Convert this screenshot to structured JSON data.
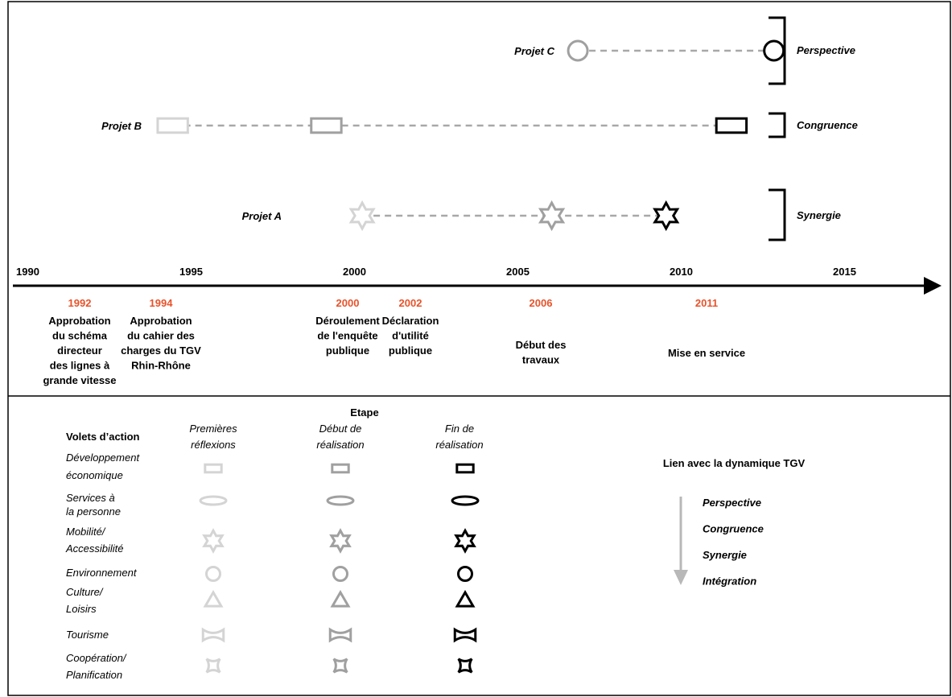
{
  "colors": {
    "light": "#d4d4d4",
    "medium": "#a0a0a0",
    "dark": "#000000",
    "orange": "#e8522a",
    "dash": "#a8a8a8",
    "arrow_gray": "#b8b8b8"
  },
  "timeline": {
    "years": [
      {
        "label": "1990",
        "year": 1990
      },
      {
        "label": "1995",
        "year": 1995
      },
      {
        "label": "2000",
        "year": 2000
      },
      {
        "label": "2005",
        "year": 2005
      },
      {
        "label": "2010",
        "year": 2010
      },
      {
        "label": "2015",
        "year": 2015
      }
    ],
    "events": [
      {
        "year_label": "1992",
        "year": 1992,
        "lines": [
          "Approbation",
          "du schéma",
          "directeur",
          "des lignes à",
          "grande vitesse"
        ]
      },
      {
        "year_label": "1994",
        "year": 1994,
        "lines": [
          "Approbation",
          "du cahier des",
          "charges du TGV",
          "Rhin-Rhône"
        ]
      },
      {
        "year_label": "2000",
        "year": 2000,
        "lines": [
          "Déroulement",
          "de l'enquête",
          "publique"
        ]
      },
      {
        "year_label": "2002",
        "year": 2002,
        "lines": [
          "Déclaration",
          "d'utilité",
          "publique"
        ]
      },
      {
        "year_label": "2006",
        "year": 2006,
        "lines": [
          "Début des",
          "travaux"
        ]
      },
      {
        "year_label": "2011",
        "year": 2011,
        "lines": [
          "Mise en service"
        ]
      }
    ]
  },
  "projects": [
    {
      "label": "Projet C",
      "shape": "circle",
      "dynamic": "Perspective",
      "milestones": [
        {
          "year": 2006.8,
          "stage": "medium"
        },
        {
          "year": 2012.8,
          "stage": "dark"
        }
      ]
    },
    {
      "label": "Projet B",
      "shape": "rectangle",
      "dynamic": "Congruence",
      "milestones": [
        {
          "year": 1994.4,
          "stage": "light"
        },
        {
          "year": 1999.1,
          "stage": "medium"
        },
        {
          "year": 2011.5,
          "stage": "dark"
        }
      ]
    },
    {
      "label": "Projet A",
      "shape": "star",
      "dynamic": "Synergie",
      "milestones": [
        {
          "year": 2000.2,
          "stage": "light"
        },
        {
          "year": 2006.0,
          "stage": "medium"
        },
        {
          "year": 2009.5,
          "stage": "dark"
        }
      ]
    }
  ],
  "legend": {
    "etape_title": "Etape",
    "volets_title": "Volets d’action",
    "stage_headers": [
      {
        "lines": [
          "Premières",
          "réflexions"
        ],
        "stage": "light"
      },
      {
        "lines": [
          "Début de",
          "réalisation"
        ],
        "stage": "medium"
      },
      {
        "lines": [
          "Fin de",
          "réalisation"
        ],
        "stage": "dark"
      }
    ],
    "volets": [
      {
        "lines": [
          "Développement",
          "économique"
        ],
        "shape": "rectangle"
      },
      {
        "lines": [
          "Services à",
          "la personne"
        ],
        "shape": "ellipse"
      },
      {
        "lines": [
          "Mobilité/",
          "Accessibilité"
        ],
        "shape": "star"
      },
      {
        "lines": [
          "Environnement"
        ],
        "shape": "circle"
      },
      {
        "lines": [
          "Culture/",
          "Loisirs"
        ],
        "shape": "triangle"
      },
      {
        "lines": [
          "Tourisme"
        ],
        "shape": "bowtie"
      },
      {
        "lines": [
          "Coopération/",
          "Planification"
        ],
        "shape": "concave-square"
      }
    ],
    "lien_title": "Lien avec la dynamique TGV",
    "dynamics": [
      "Perspective",
      "Congruence",
      "Synergie",
      "Intégration"
    ]
  }
}
